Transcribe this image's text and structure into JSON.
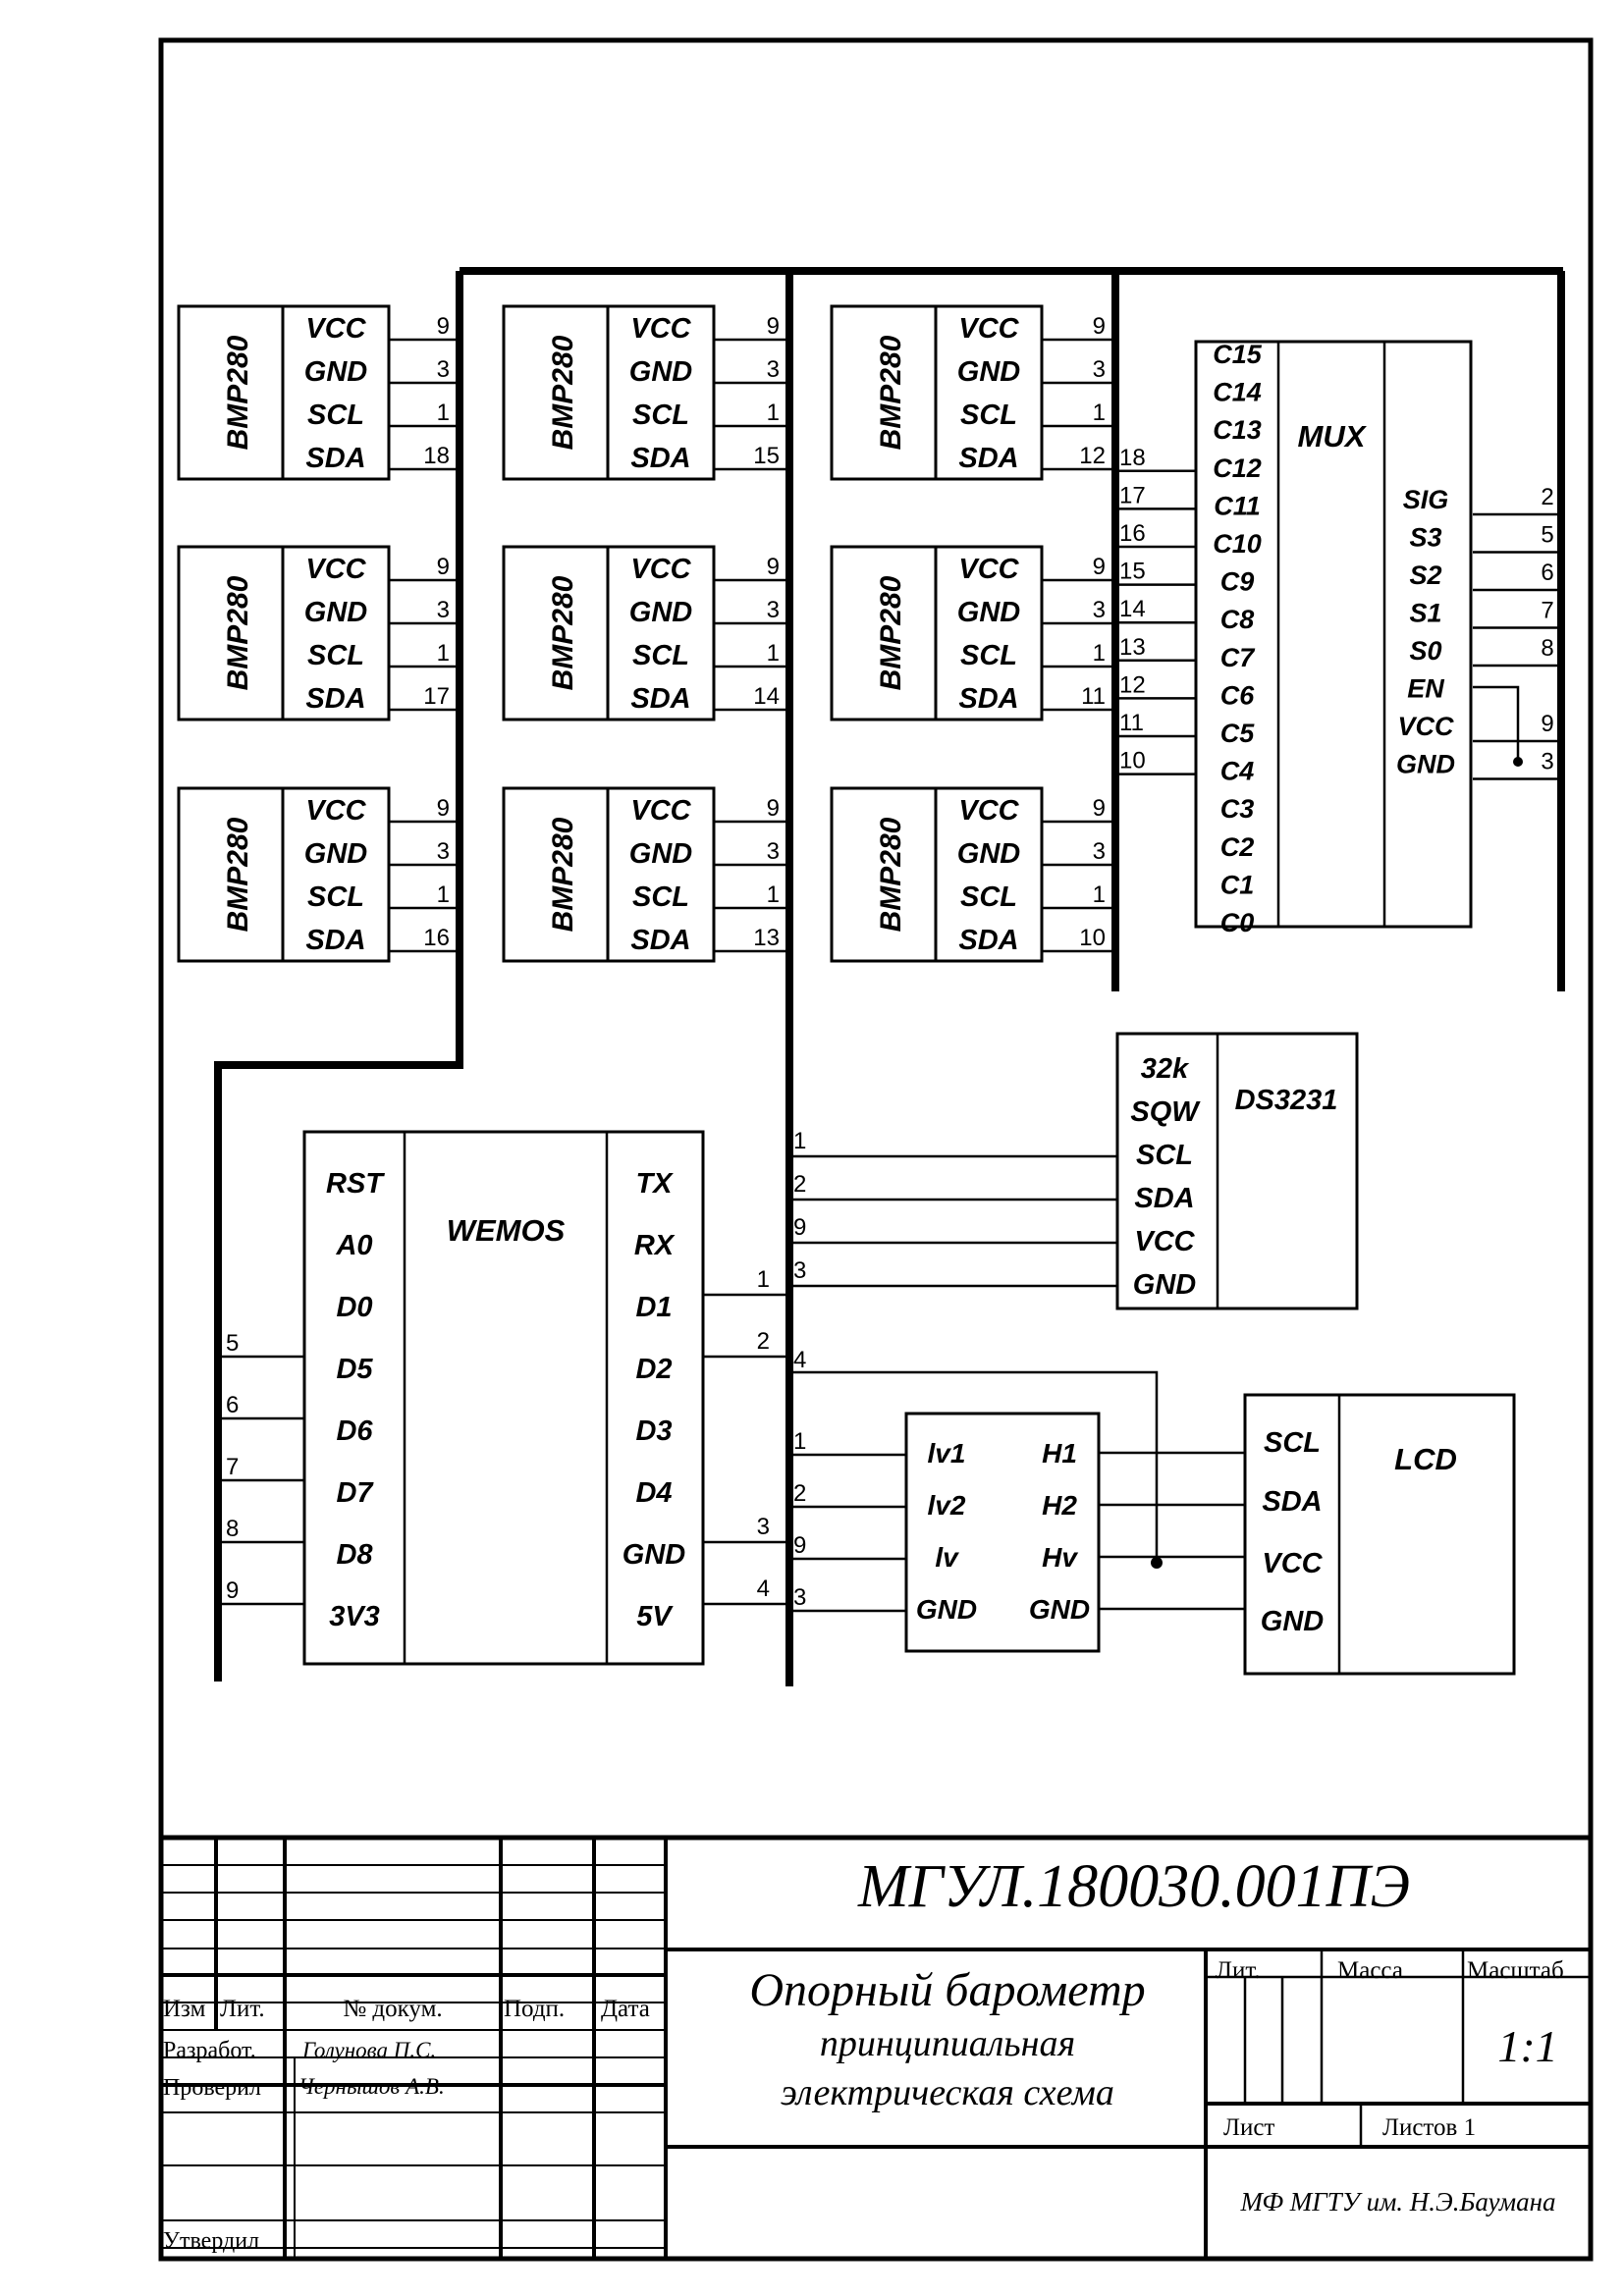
{
  "diagram": {
    "sensor": {
      "name": "BMP280",
      "pins": [
        "VCC",
        "GND",
        "SCL",
        "SDA"
      ],
      "rows": [
        [
          [
            "9",
            "3",
            "1",
            "18"
          ],
          [
            "9",
            "3",
            "1",
            "15"
          ],
          [
            "9",
            "3",
            "1",
            "12"
          ]
        ],
        [
          [
            "9",
            "3",
            "1",
            "17"
          ],
          [
            "9",
            "3",
            "1",
            "14"
          ],
          [
            "9",
            "3",
            "1",
            "11"
          ]
        ],
        [
          [
            "9",
            "3",
            "1",
            "16"
          ],
          [
            "9",
            "3",
            "1",
            "13"
          ],
          [
            "9",
            "3",
            "1",
            "10"
          ]
        ]
      ]
    },
    "mux": {
      "name": "MUX",
      "channels": [
        "C15",
        "C14",
        "C13",
        "C12",
        "C11",
        "C10",
        "C9",
        "C8",
        "C7",
        "C6",
        "C5",
        "C4",
        "C3",
        "C2",
        "C1",
        "C0"
      ],
      "channel_nets": [
        {
          "ch": "C12",
          "net": "18"
        },
        {
          "ch": "C11",
          "net": "17"
        },
        {
          "ch": "C10",
          "net": "16"
        },
        {
          "ch": "C9",
          "net": "15"
        },
        {
          "ch": "C8",
          "net": "14"
        },
        {
          "ch": "C7",
          "net": "13"
        },
        {
          "ch": "C6",
          "net": "12"
        },
        {
          "ch": "C5",
          "net": "11"
        },
        {
          "ch": "C4",
          "net": "10"
        }
      ],
      "ctrl": [
        {
          "pin": "SIG",
          "net": "2"
        },
        {
          "pin": "S3",
          "net": "5"
        },
        {
          "pin": "S2",
          "net": "6"
        },
        {
          "pin": "S1",
          "net": "7"
        },
        {
          "pin": "S0",
          "net": "8"
        },
        {
          "pin": "EN",
          "net": ""
        },
        {
          "pin": "VCC",
          "net": "9"
        },
        {
          "pin": "GND",
          "net": "3"
        }
      ]
    },
    "rtc": {
      "name": "DS3231",
      "pins": [
        "32k",
        "SQW",
        "SCL",
        "SDA",
        "VCC",
        "GND"
      ],
      "nets": [
        "",
        "",
        "1",
        "2",
        "9",
        "3"
      ]
    },
    "wemos": {
      "name": "WEMOS",
      "left": [
        {
          "pin": "RST",
          "net": ""
        },
        {
          "pin": "A0",
          "net": ""
        },
        {
          "pin": "D0",
          "net": ""
        },
        {
          "pin": "D5",
          "net": "5"
        },
        {
          "pin": "D6",
          "net": "6"
        },
        {
          "pin": "D7",
          "net": "7"
        },
        {
          "pin": "D8",
          "net": "8"
        },
        {
          "pin": "3V3",
          "net": "9"
        }
      ],
      "right": [
        {
          "pin": "TX",
          "net": ""
        },
        {
          "pin": "RX",
          "net": ""
        },
        {
          "pin": "D1",
          "net": "1"
        },
        {
          "pin": "D2",
          "net": "2"
        },
        {
          "pin": "D3",
          "net": ""
        },
        {
          "pin": "D4",
          "net": ""
        },
        {
          "pin": "GND",
          "net": "3"
        },
        {
          "pin": "5V",
          "net": "4"
        }
      ],
      "bus_net_d2": "4"
    },
    "shifter": {
      "left": [
        {
          "pin": "lv1",
          "net": "1"
        },
        {
          "pin": "lv2",
          "net": "2"
        },
        {
          "pin": "lv",
          "net": "9"
        },
        {
          "pin": "GND",
          "net": "3"
        }
      ],
      "right": [
        "H1",
        "H2",
        "Hv",
        "GND"
      ]
    },
    "lcd": {
      "name": "LCD",
      "pins": [
        "SCL",
        "SDA",
        "VCC",
        "GND"
      ]
    }
  },
  "title_block": {
    "designation": "МГУЛ.180030.001ПЭ",
    "title_line1": "Опорный барометр",
    "title_line2": "принципиальная",
    "title_line3": "электрическая схема",
    "col_izm": "Изм",
    "col_lit": "Лит.",
    "col_doc": "№ докум.",
    "col_sign": "Подп.",
    "col_date": "Дата",
    "role_dev": "Разработ.",
    "name_dev": "Голунова П.С.",
    "role_check": "Проверил",
    "name_check": "Чернышов А.В.",
    "role_approve": "Утвердил",
    "h_lit": "Лит.",
    "h_mass": "Масса",
    "h_scale": "Масштаб",
    "scale": "1:1",
    "sheet": "Лист",
    "sheets": "Листов 1",
    "org": "МФ МГТУ им. Н.Э.Баумана"
  }
}
